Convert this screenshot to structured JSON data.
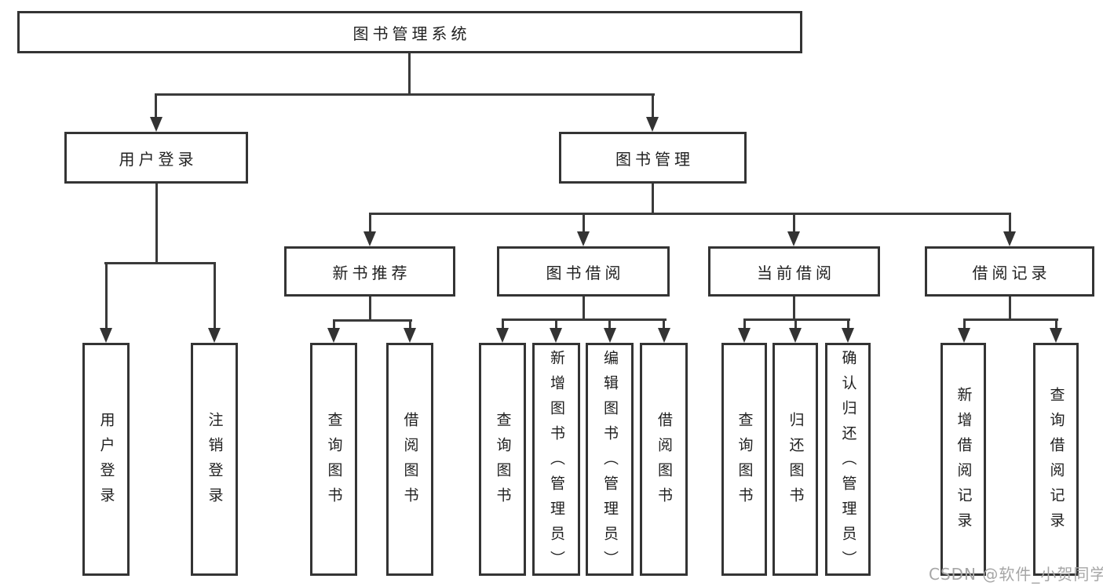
{
  "diagram": {
    "title_node": {
      "label": "图书管理系统"
    },
    "level2": [
      {
        "label": "用户登录"
      },
      {
        "label": "图书管理"
      }
    ],
    "level3": [
      {
        "label": "新书推荐"
      },
      {
        "label": "图书借阅"
      },
      {
        "label": "当前借阅"
      },
      {
        "label": "借阅记录"
      }
    ],
    "leaves": {
      "user_login": [
        "用户登录",
        "注销登录"
      ],
      "new_book": [
        "查询图书",
        "借阅图书"
      ],
      "book_borrow": [
        "查询图书",
        "新增图书（管理员）",
        "编辑图书（管理员）",
        "借阅图书"
      ],
      "current_borrow": [
        "查询图书",
        "归还图书",
        "确认归还（管理员）"
      ],
      "borrow_record": [
        "新增借阅记录",
        "查询借阅记录"
      ]
    }
  },
  "watermark": {
    "text": "CSDN @软件_小贺同学"
  },
  "colors": {
    "line": "#3a3a3a",
    "border": "#343434",
    "text": "#212121",
    "watermark": "#a6a6a6",
    "background": "#ffffff"
  }
}
